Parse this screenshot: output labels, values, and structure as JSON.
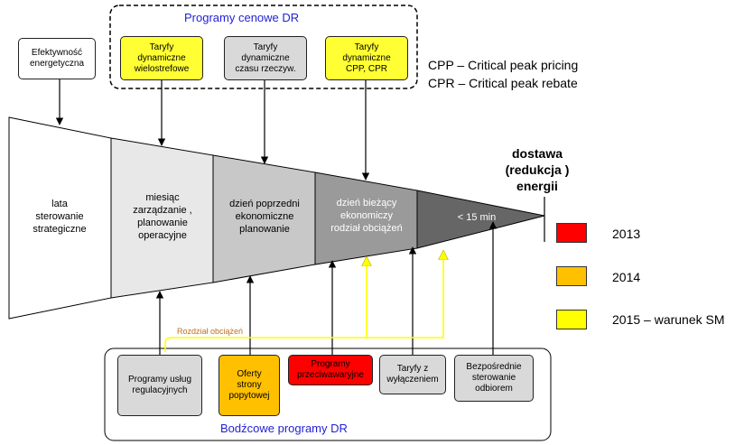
{
  "top_group": {
    "title": "Programy cenowe  DR",
    "boxes": [
      {
        "label": "Taryfy\ndynamiczne\nwielostrefowe",
        "color": "#ffff33"
      },
      {
        "label": "Taryfy\ndynamiczne\nczasu rzeczyw.",
        "color": "#d9d9d9"
      },
      {
        "label": "Taryfy\ndynamiczne\nCPP, CPR",
        "color": "#ffff33"
      }
    ]
  },
  "efficiency_box": {
    "label": "Efektywność\nenergetyczna"
  },
  "abbreviations": [
    "CPP – Critical peak pricing",
    "CPR – Critical peak rebate"
  ],
  "timeline": {
    "segments": [
      {
        "label": "lata\nsterowanie\nstrategiczne",
        "color": "#ffffff",
        "text_color": "#000000"
      },
      {
        "label": "miesiąc\nzarządzanie ,\nplanowanie\noperacyjne",
        "color": "#e8e8e8",
        "text_color": "#000000"
      },
      {
        "label": "dzień poprzedni\nekonomiczne\nplanowanie",
        "color": "#c8c8c8",
        "text_color": "#000000"
      },
      {
        "label": "dzień bieżący\nekonomiczy\nrodział obciążeń",
        "color": "#9a9a9a",
        "text_color": "#ffffff"
      },
      {
        "label": "< 15 min",
        "color": "#666666",
        "text_color": "#ffffff"
      }
    ],
    "end_label": "dostawa\n(redukcja )\nenergii"
  },
  "legend": [
    {
      "label": "2013",
      "color": "#ff0000"
    },
    {
      "label": "2014",
      "color": "#ffc000"
    },
    {
      "label": "2015 – warunek SM",
      "color": "#ffff00"
    }
  ],
  "connector_label": "Rozdział obciążeń",
  "bottom_group": {
    "title": "Bodźcowe programy DR",
    "boxes": [
      {
        "label": "Programy usług\nregulacyjnych",
        "color": "#d9d9d9"
      },
      {
        "label": "Oferty\nstrony\npopytowej",
        "color": "#ffc000"
      },
      {
        "label": "Programy\nprzeciwawaryjne",
        "color": "#ff0000"
      },
      {
        "label": "Taryfy z\nwyłączeniem",
        "color": "#d9d9d9"
      },
      {
        "label": "Bezpośrednie\nsterowanie\nodbiorem",
        "color": "#d9d9d9"
      }
    ]
  }
}
